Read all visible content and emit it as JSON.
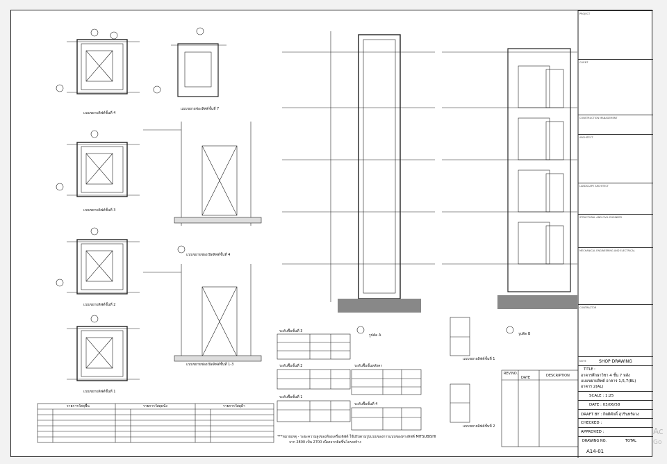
{
  "titleblock": {
    "sections": [
      "PROJECT",
      "CLIENT",
      "CONSTRUCTION MANAGEMENT",
      "ARCHITECT",
      "LANDSCAPE ARCHITECT",
      "STRUCTURAL AND CIVIL ENGINEER",
      "MECHANICAL ENGINEERING AND ELECTRICAL",
      "CONTRACTOR"
    ],
    "note_label": "NOTE",
    "note_value": "SHOP DRAWING",
    "title_label": "TITLE :",
    "title_lines": [
      "อาคารศึกษาวิชา 4 ชั้น 7 หลัง",
      "แบบขยายลิฟต์ อาคาร 1,5,7(BL)",
      "อาคาร 2(AL)"
    ],
    "scale": "SCALE : 1:25",
    "date": "DATE : 03/06/58",
    "draft_by": "DRAFT BY : กิตติศักดิ์ สุวรินทร์ดวง",
    "checked": "CHECKED :",
    "approved": "APPROVED :",
    "drawing_no_label": "DRAWING NO.",
    "total_label": "TOTAL",
    "drawing_no": "A14-01"
  },
  "revision_table": {
    "headers": [
      "REV.NO.",
      "DATE",
      "DESCRIPTION"
    ]
  },
  "plan_titles": [
    "แบบขยายลิฟต์ชั้นที่ 4",
    "แบบขยายลิฟต์ชั้นที่ 3",
    "แบบขยายลิฟต์ชั้นที่ 2",
    "แบบขยายลิฟต์ชั้นที่ 1",
    "แบบขยายช่องลิฟต์ชั้นที่ 7"
  ],
  "elevation_titles": [
    "แบบขยายช่องเปิดลิฟต์ชั้นที่ 4",
    "แบบขยายช่องเปิดลิฟต์ชั้นที่ 1-3"
  ],
  "section_titles": [
    "รูปตัด A",
    "รูปตัด B"
  ],
  "detail_titles": [
    "แบบขยายลิฟต์ชั้นที่ 1",
    "แบบขยายลิฟต์ชั้นที่ 2"
  ],
  "level_tables": [
    "ระดับพื้นชั้นที่ 3",
    "ระดับพื้นชั้นที่ 2",
    "ระดับพื้นชั้นที่ 1",
    "ระดับพื้นชั้นหลังคา",
    "ระดับพื้นชั้นที่ 4"
  ],
  "schedule_headers": [
    "รายการวัสดุพื้น",
    "รายการวัสดุผนัง",
    "รายการวัสดุฝ้า"
  ],
  "footnote_lines": [
    "***หมายเหตุ - ระยะความสูงของห้องเครื่องลิฟต์ ใช้ปรับตามรูปแบบของการแบบของทางลิฟต์ MITSUBISHI",
    "จาก 2800 เป็น 2700 เนื่องจากติดขึ้นโครงสร้าง"
  ],
  "watermark": [
    "Ac",
    "Go"
  ]
}
